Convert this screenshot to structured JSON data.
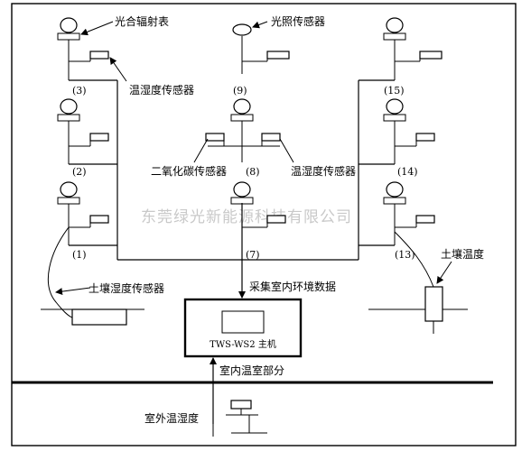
{
  "labels": {
    "radiation_meter": "光合辐射表",
    "light_sensor": "光照传感器",
    "temp_humidity_sensor_left": "温湿度传感器",
    "co2_sensor": "二氧化碳传感器",
    "temp_humidity_sensor_center": "温湿度传感器",
    "soil_temp_humidity_sensor": "土壤湿度传感器",
    "soil_temperature": "土壤温度",
    "collect_indoor_data": "采集室内环境数据",
    "host_name": "TWS-WS2 主机",
    "indoor_greenhouse": "室内温室部分",
    "outdoor_temp_humidity": "室外温湿度"
  },
  "node_numbers": {
    "n1": "(1)",
    "n2": "(2)",
    "n3": "(3)",
    "n7": "(7)",
    "n8": "(8)",
    "n9": "(9)",
    "n13": "(13)",
    "n14": "(14)",
    "n15": "(15)"
  },
  "watermark": "东莞绿光新能源科技有限公司"
}
